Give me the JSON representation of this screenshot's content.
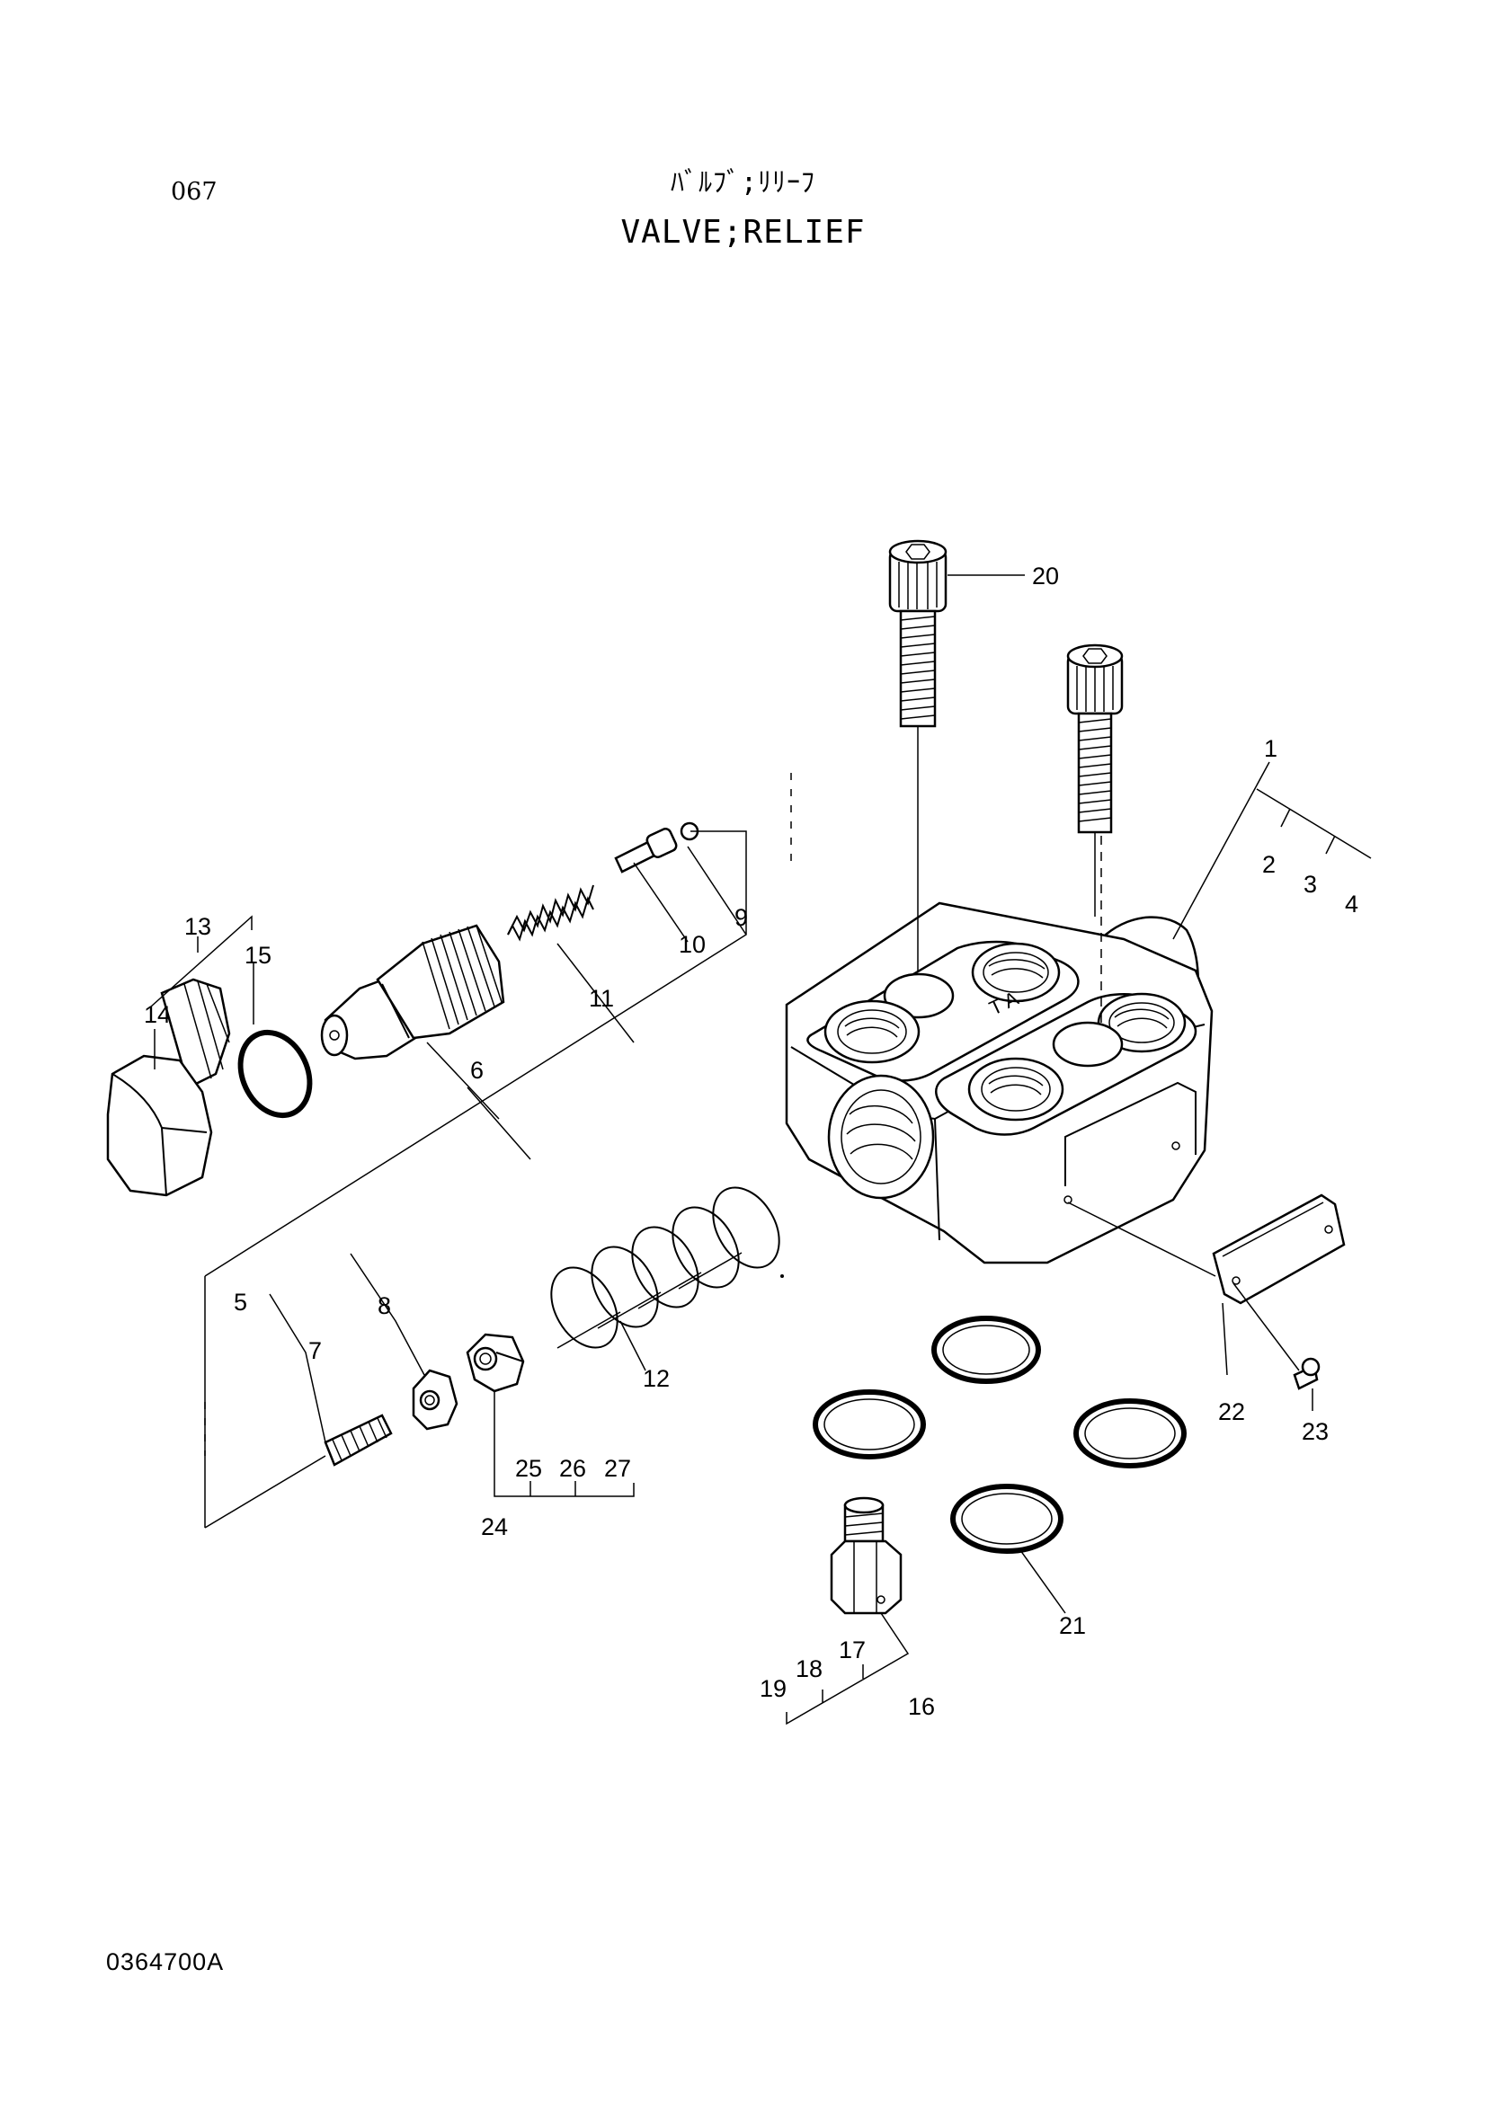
{
  "page_number": "067",
  "title_jp": "ﾊﾞﾙﾌﾞ;ﾘﾘｰﾌ",
  "title_en": "VALVE;RELIEF",
  "drawing_code": "0364700A",
  "block_markings": "T A",
  "callouts": {
    "c1": "1",
    "c2": "2",
    "c3": "3",
    "c4": "4",
    "c5": "5",
    "c6": "6",
    "c7": "7",
    "c8": "8",
    "c9": "9",
    "c10": "10",
    "c11": "11",
    "c12": "12",
    "c13": "13",
    "c14": "14",
    "c15": "15",
    "c16": "16",
    "c17": "17",
    "c18": "18",
    "c19": "19",
    "c20": "20",
    "c21": "21",
    "c22": "22",
    "c23": "23",
    "c24": "24",
    "c25": "25",
    "c26": "26",
    "c27": "27"
  }
}
